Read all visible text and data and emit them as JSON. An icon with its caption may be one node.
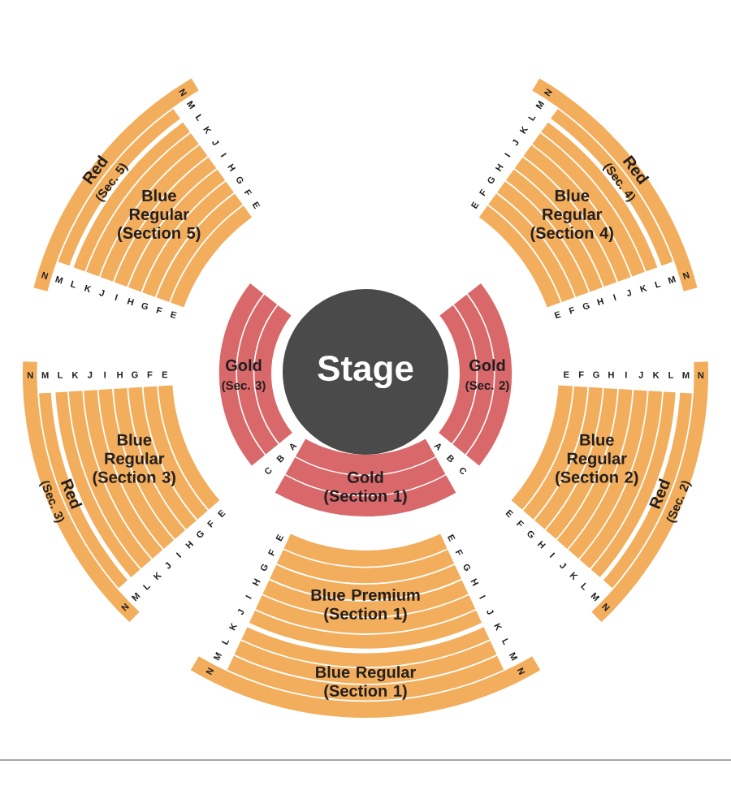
{
  "diagram": {
    "nodes": [
      {
        "text": [
          "Red",
          "(Sec. 5)",
          "Blue Regular (Section 5)"
        ]
      },
      {
        "text": [
          "Red",
          "(Sec. 4)",
          "Blue Regular (Section 4)"
        ]
      },
      {
        "text": [
          "Gold",
          "(Sec. 3)"
        ]
      },
      {
        "text": [
          "Stage"
        ]
      },
      {
        "text": [
          "Gold",
          "(Sec. 2)"
        ]
      },
      {
        "text": [
          "Blue Regular (Section 3)",
          "Red",
          "(Sec. 3)"
        ]
      },
      {
        "text": [
          "Blue Regular (Section 2)",
          "Red",
          "(Sec. 2)"
        ]
      },
      {
        "text": [
          "Gold (Section 1)"
        ]
      },
      {
        "text": [
          "Blue Premium (Section 1)"
        ]
      },
      {
        "text": [
          "Blue Regular (Section 1)"
        ]
      }
    ],
    "labels": [
      "N",
      "M",
      "L",
      "K",
      "J",
      "I",
      "H",
      "G",
      "F",
      "E",
      "E",
      "F",
      "G",
      "H",
      "I",
      "J",
      "K",
      "L",
      "M",
      "N",
      "N",
      "M",
      "L",
      "K",
      "J",
      "I",
      "H",
      "G",
      "F",
      "E",
      "E",
      "F",
      "G",
      "H",
      "I",
      "J",
      "K",
      "L",
      "M",
      "N",
      "N",
      "M",
      "L",
      "K",
      "J",
      "I",
      "H",
      "G",
      "F",
      "E",
      "E",
      "F",
      "G",
      "H",
      "I",
      "J",
      "K",
      "L",
      "M",
      "N",
      "A",
      "B",
      "C",
      "A",
      "B",
      "C",
      "E",
      "F",
      "G",
      "H",
      "I",
      "J",
      "K",
      "L",
      "M",
      "N",
      "E",
      "F",
      "G",
      "H",
      "I",
      "J",
      "K",
      "L",
      "M",
      "N",
      "E",
      "F",
      "G",
      "H",
      "I",
      "J",
      "K",
      "L",
      "M",
      "N",
      "E",
      "F",
      "G",
      "H",
      "I",
      "J",
      "K",
      "L",
      "M",
      "N"
    ]
  }
}
